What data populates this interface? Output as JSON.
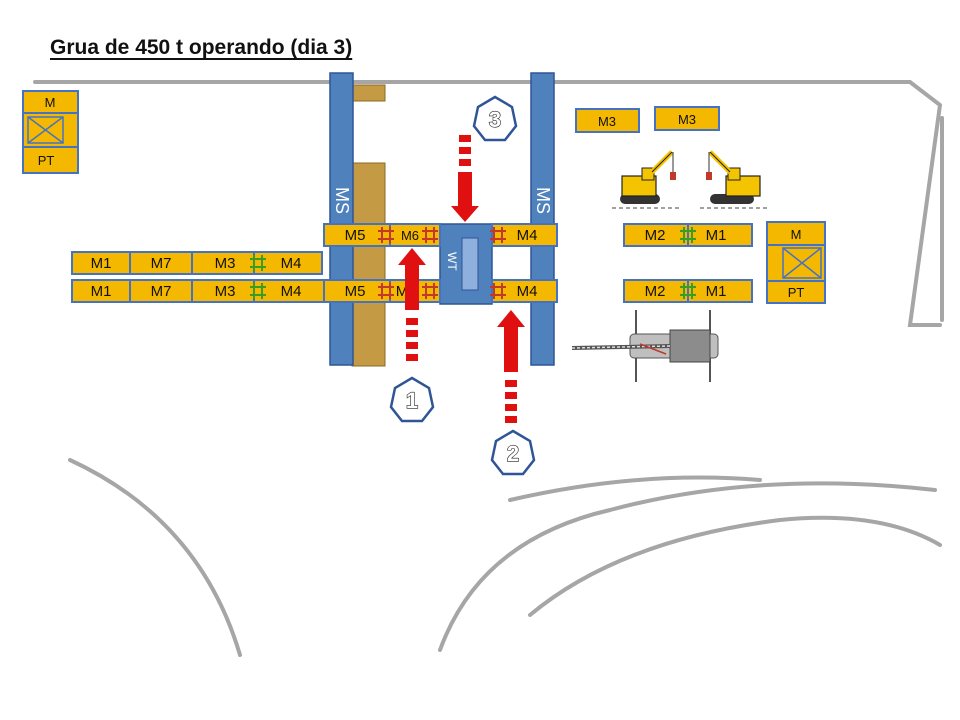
{
  "title": "Grua de 450 t operando (dia 3)",
  "colors": {
    "segment_fill": "#F5B800",
    "segment_stroke": "#4472C4",
    "column": "#4F81BD",
    "column_stroke": "#2F5597",
    "wood": "#C49A45",
    "arrow": "#E01010",
    "sign_outline": "#2F5597",
    "ground_line": "#A6A6A6"
  },
  "row_left_top": [
    "M1",
    "M7",
    "M3",
    "M4"
  ],
  "row_left_bottom": [
    "M1",
    "M7",
    "M3",
    "M4"
  ],
  "center_top": {
    "left": "M5",
    "mid": "M6",
    "right": "M4"
  },
  "center_bottom": {
    "left": "M5",
    "mid": "M",
    "right": "M4"
  },
  "right_rows": [
    [
      "M2",
      "M1"
    ],
    [
      "M2",
      "M1"
    ]
  ],
  "top_segments": [
    "M3",
    "M3"
  ],
  "column_labels": [
    "MS",
    "MS"
  ],
  "center_label": "WT",
  "left_box": {
    "top": "M",
    "bottom": "PT"
  },
  "right_box": {
    "top": "M",
    "bottom": "PT"
  },
  "steps": [
    "1",
    "2",
    "3"
  ],
  "icons": [
    "crawler-crane-icon",
    "crawler-crane-icon",
    "mobile-crane-topview-icon"
  ]
}
